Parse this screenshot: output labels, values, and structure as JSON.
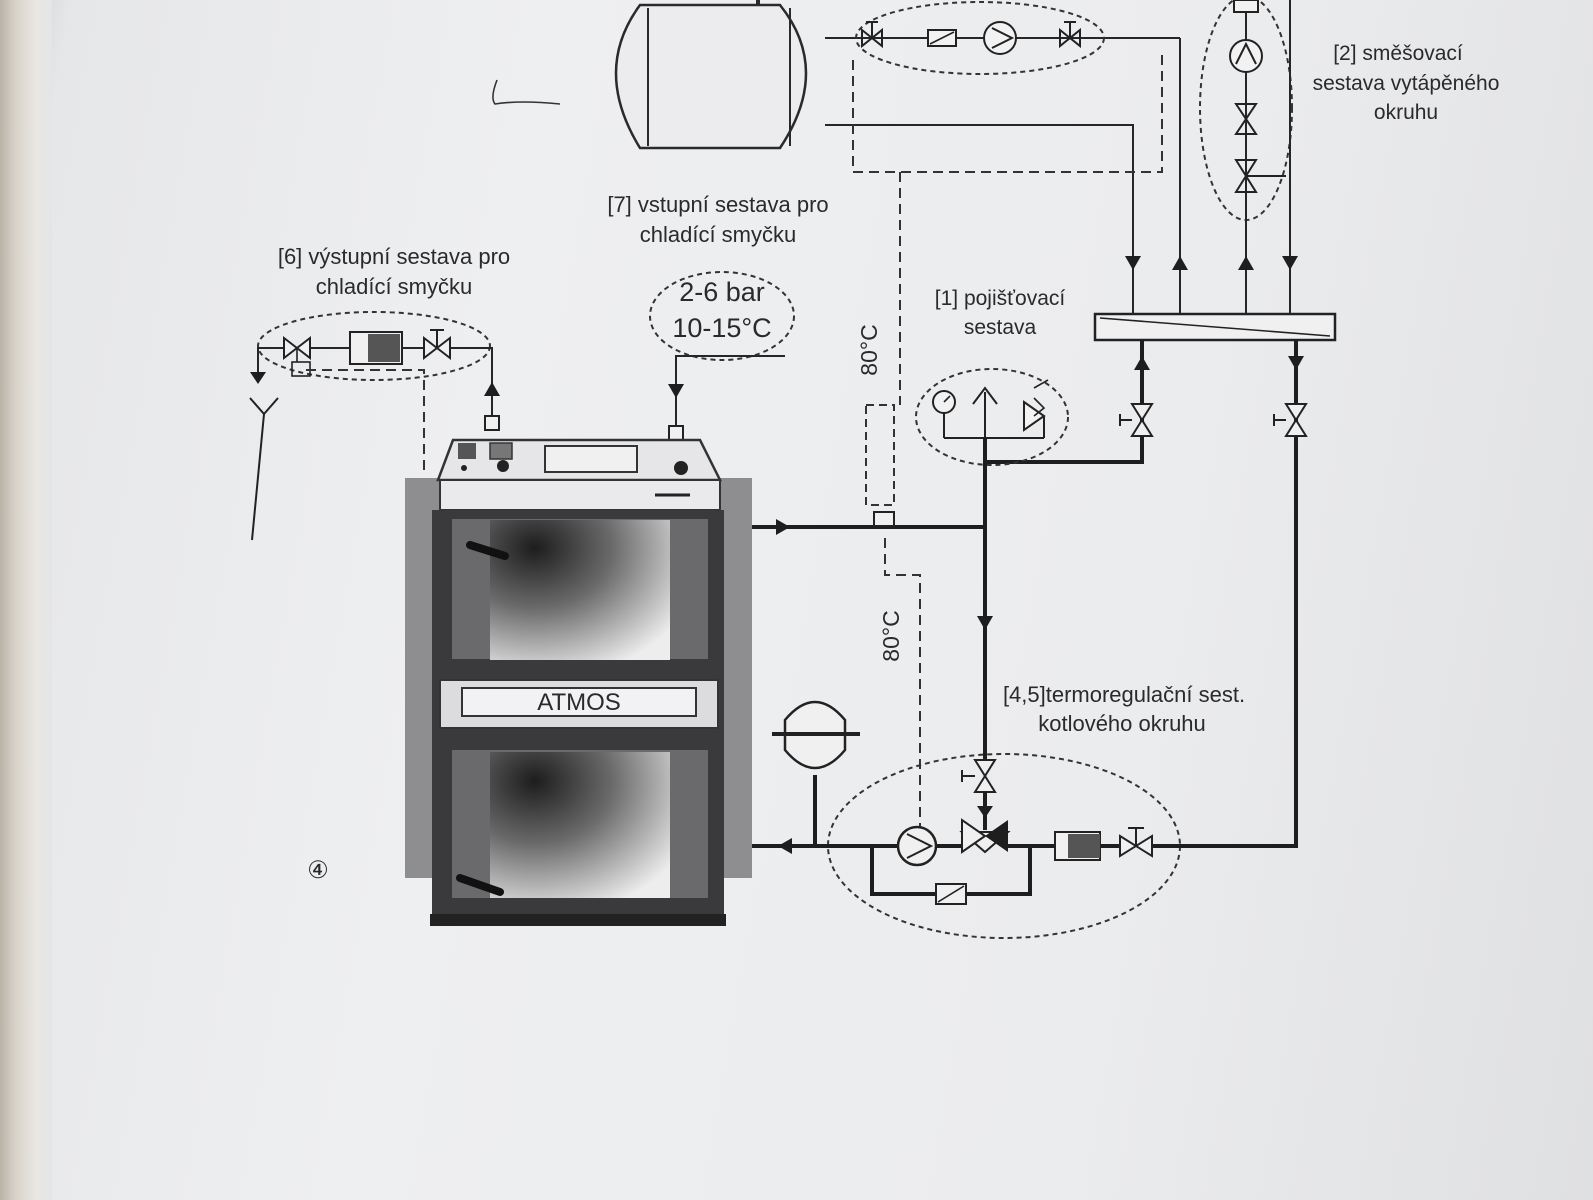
{
  "labels": {
    "l2_line1": "[2] směšovací",
    "l2_line2": "sestava vytápěného",
    "l2_line3": "okruhu",
    "l7_line1": "[7] vstupní sestava pro",
    "l7_line2": "chladící smyčku",
    "l6_line1": "[6] výstupní sestava pro",
    "l6_line2": "chladící smyčku",
    "pressure": "2-6 bar",
    "water_temp": "10-15°C",
    "l1_line1": "[1] pojišťovací",
    "l1_line2": "sestava",
    "temp_upper": "80°C",
    "temp_lower": "80°C",
    "l45_line1": "[4,5]termoregulační sest.",
    "l45_line2": "kotlového okruhu",
    "boiler_brand": "ATMOS",
    "figure_number": "④"
  },
  "colors": {
    "line": "#1e1e1e",
    "boiler_body": "#3a3a3c",
    "boiler_side": "#8e8e90"
  }
}
